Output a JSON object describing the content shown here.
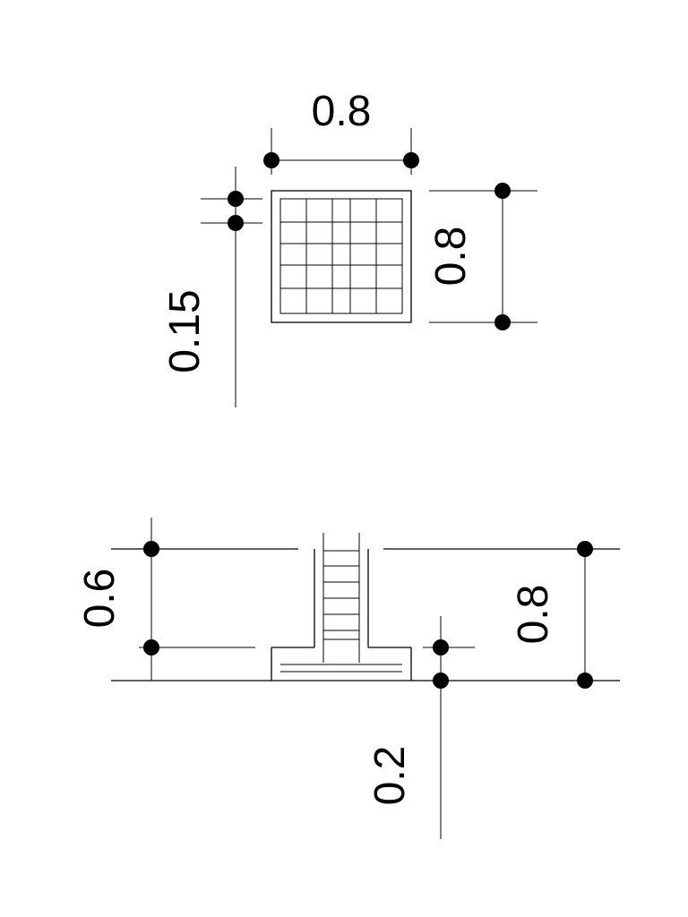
{
  "plan_view": {
    "width_label": "0.8",
    "depth_label": "0.8",
    "offset_label": "0.15"
  },
  "section_view": {
    "height_label": "0.6",
    "overall_label": "0.8",
    "base_label": "0.2"
  },
  "colors": {
    "ink": "#000000",
    "paper": "#ffffff"
  }
}
